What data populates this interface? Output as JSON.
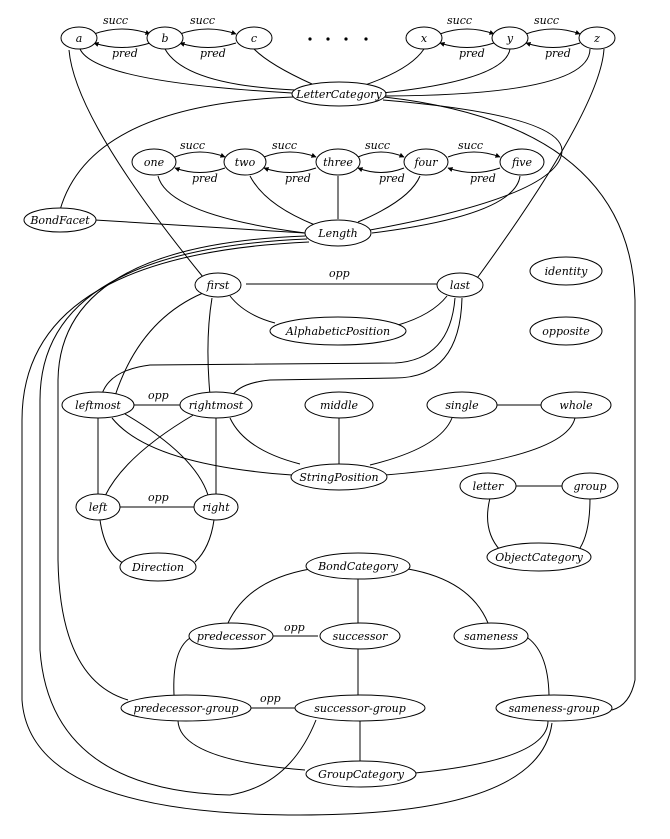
{
  "nodes": {
    "a": "a",
    "b": "b",
    "c": "c",
    "x": "x",
    "y": "y",
    "z": "z",
    "letter_category": "LetterCategory",
    "one": "one",
    "two": "two",
    "three": "three",
    "four": "four",
    "five": "five",
    "bond_facet": "BondFacet",
    "length": "Length",
    "first": "first",
    "last": "last",
    "identity": "identity",
    "alphabetic_position": "AlphabeticPosition",
    "opposite": "opposite",
    "leftmost": "leftmost",
    "rightmost": "rightmost",
    "middle": "middle",
    "single": "single",
    "whole": "whole",
    "string_position": "StringPosition",
    "letter": "letter",
    "group": "group",
    "left": "left",
    "right": "right",
    "object_category": "ObjectCategory",
    "direction": "Direction",
    "bond_category": "BondCategory",
    "predecessor": "predecessor",
    "successor": "successor",
    "sameness": "sameness",
    "predecessor_group": "predecessor-group",
    "successor_group": "successor-group",
    "sameness_group": "sameness-group",
    "group_category": "GroupCategory"
  },
  "edge_labels": {
    "succ": "succ",
    "pred": "pred",
    "opp": "opp"
  },
  "colors": {
    "stroke": "#000000",
    "background": "#ffffff"
  }
}
